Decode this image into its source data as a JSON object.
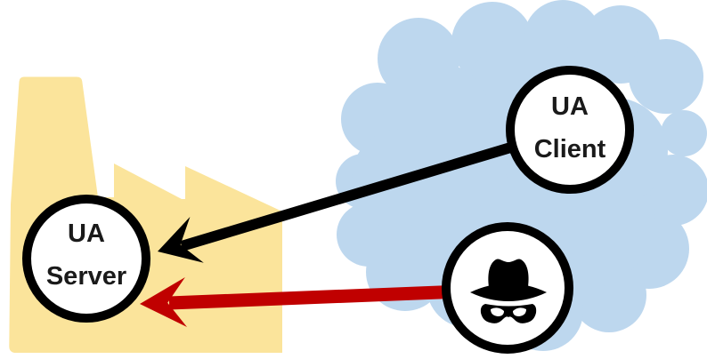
{
  "diagram": {
    "description": "UA Client and attacker in a network cloud sending connections to a UA Server inside a factory",
    "nodes": {
      "server": {
        "line1": "UA",
        "line2": "Server"
      },
      "client": {
        "line1": "UA",
        "line2": "Client"
      },
      "attacker": {
        "icon": "spy-incognito-icon"
      }
    },
    "shapes": {
      "factory": "factory-icon",
      "network": "cloud-icon"
    },
    "edges": {
      "client_to_server": {
        "style": "black-arrow"
      },
      "attacker_to_server": {
        "style": "red-arrow"
      }
    }
  },
  "colors": {
    "background": "#FFFFFF",
    "factory": "#FBE49B",
    "cloud": "#BDD7EE",
    "arrow_black": "#000000",
    "arrow_red": "#C00000",
    "node_fill": "#FFFFFF",
    "node_stroke": "#000000",
    "icon_black": "#000000",
    "text": "#1A1A1A"
  }
}
